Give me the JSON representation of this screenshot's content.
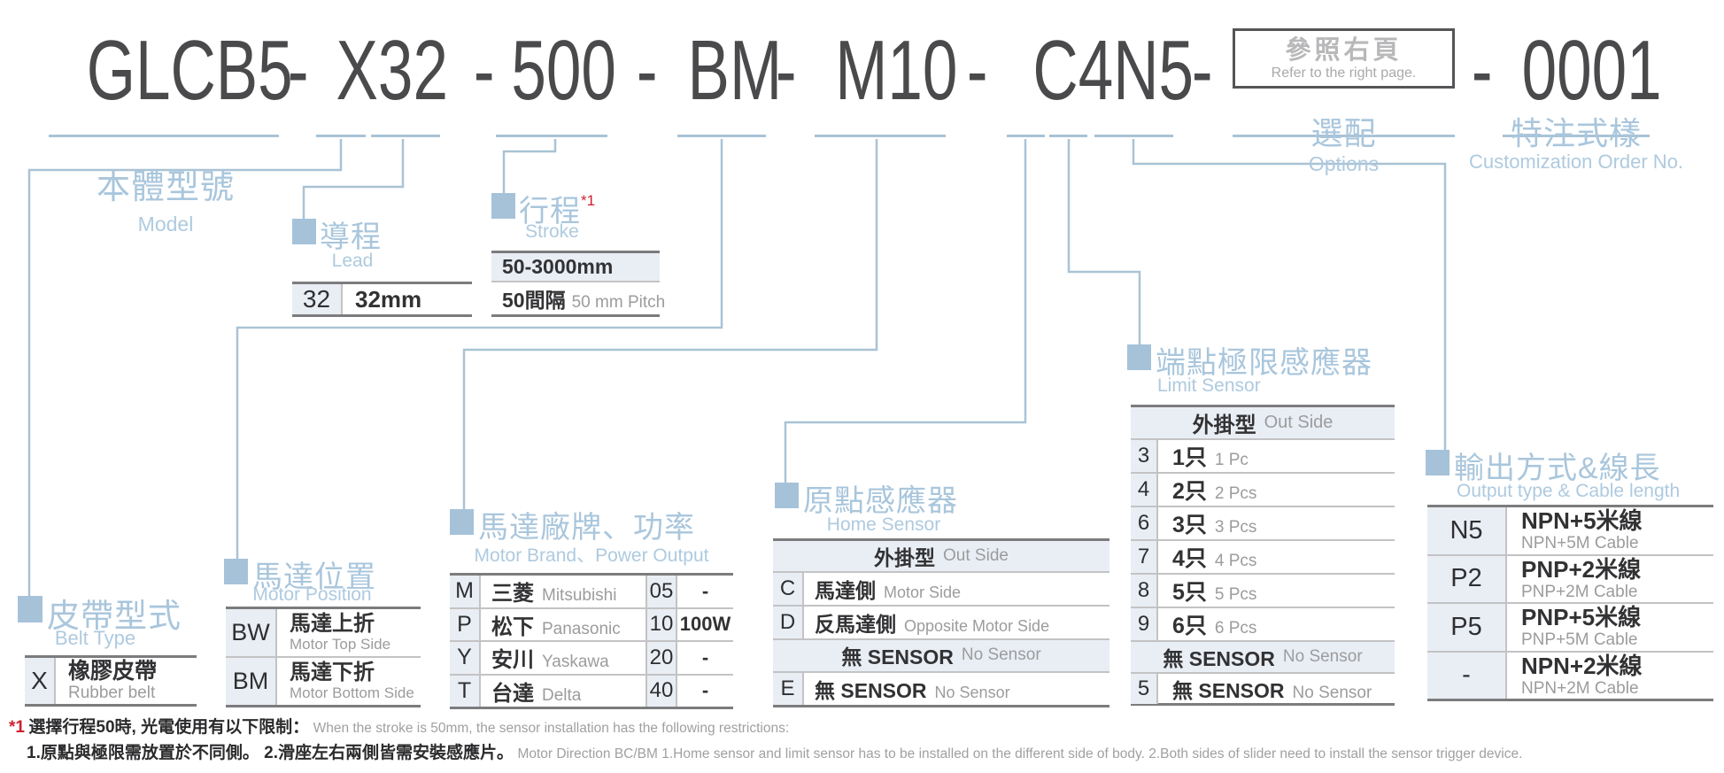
{
  "model_code": {
    "segments": [
      "GLCB5",
      "X32",
      "500",
      "BM",
      "M10",
      "C4N5"
    ],
    "separator": "-",
    "options_box": {
      "zh": "參照右頁",
      "en": "Refer to the right page."
    },
    "serial": "0001"
  },
  "top_labels": {
    "model": {
      "zh": "本體型號",
      "en": "Model"
    },
    "options": {
      "zh": "選配",
      "en": "Options"
    },
    "customization": {
      "zh": "特注式樣",
      "en": "Customization Order No."
    }
  },
  "lead": {
    "title_zh": "導程",
    "title_en": "Lead",
    "row": {
      "key": "32",
      "value": "32mm"
    }
  },
  "stroke": {
    "title_zh": "行程",
    "note": "*1",
    "title_en": "Stroke",
    "range": "50-3000mm",
    "pitch_zh": "50間隔",
    "pitch_en": "50 mm Pitch"
  },
  "belt": {
    "title_zh": "皮帶型式",
    "title_en": "Belt Type",
    "row": {
      "key": "X",
      "zh": "橡膠皮帶",
      "en": "Rubber belt"
    }
  },
  "motor_position": {
    "title_zh": "馬達位置",
    "title_en": "Motor Position",
    "rows": [
      {
        "key": "BW",
        "zh": "馬達上折",
        "en": "Motor Top Side"
      },
      {
        "key": "BM",
        "zh": "馬達下折",
        "en": "Motor Bottom Side"
      }
    ]
  },
  "motor_brand": {
    "title_zh": "馬達廠牌、功率",
    "title_en": "Motor Brand、Power Output",
    "rows": [
      {
        "key": "M",
        "zh": "三菱",
        "en": "Mitsubishi",
        "pkey": "05",
        "pval": "-"
      },
      {
        "key": "P",
        "zh": "松下",
        "en": "Panasonic",
        "pkey": "10",
        "pval": "100W"
      },
      {
        "key": "Y",
        "zh": "安川",
        "en": "Yaskawa",
        "pkey": "20",
        "pval": "-"
      },
      {
        "key": "T",
        "zh": "台達",
        "en": "Delta",
        "pkey": "40",
        "pval": "-"
      }
    ]
  },
  "home_sensor": {
    "title_zh": "原點感應器",
    "title_en": "Home Sensor",
    "header": {
      "zh": "外掛型",
      "en": "Out Side"
    },
    "rows": [
      {
        "key": "C",
        "zh": "馬達側",
        "en": "Motor Side"
      },
      {
        "key": "D",
        "zh": "反馬達側",
        "en": "Opposite Motor Side"
      }
    ],
    "no_sensor_header": {
      "zh": "無 SENSOR",
      "en": "No Sensor"
    },
    "no_sensor_row": {
      "key": "E",
      "zh": "無 SENSOR",
      "en": "No Sensor"
    }
  },
  "limit_sensor": {
    "title_zh": "端點極限感應器",
    "title_en": "Limit Sensor",
    "header": {
      "zh": "外掛型",
      "en": "Out Side"
    },
    "rows": [
      {
        "key": "3",
        "zh": "1只",
        "en": "1 Pc"
      },
      {
        "key": "4",
        "zh": "2只",
        "en": "2 Pcs"
      },
      {
        "key": "6",
        "zh": "3只",
        "en": "3 Pcs"
      },
      {
        "key": "7",
        "zh": "4只",
        "en": "4 Pcs"
      },
      {
        "key": "8",
        "zh": "5只",
        "en": "5 Pcs"
      },
      {
        "key": "9",
        "zh": "6只",
        "en": "6 Pcs"
      }
    ],
    "no_sensor_header": {
      "zh": "無 SENSOR",
      "en": "No Sensor"
    },
    "no_sensor_row": {
      "key": "5",
      "zh": "無 SENSOR",
      "en": "No Sensor"
    }
  },
  "output": {
    "title_zh": "輸出方式&線長",
    "title_en": "Output type & Cable length",
    "rows": [
      {
        "key": "N5",
        "zh": "NPN+5米線",
        "en": "NPN+5M Cable"
      },
      {
        "key": "P2",
        "zh": "PNP+2米線",
        "en": "PNP+2M Cable"
      },
      {
        "key": "P5",
        "zh": "PNP+5米線",
        "en": "PNP+5M Cable"
      },
      {
        "key": "-",
        "zh": "NPN+2米線",
        "en": "NPN+2M Cable"
      }
    ]
  },
  "footnote": {
    "mark": "*1",
    "line1_zh": "選擇行程50時, 光電使用有以下限制：",
    "line1_en": "When the stroke is 50mm, the sensor installation has  the following restrictions:",
    "line2_zh": "1.原點與極限需放置於不同側。 2.滑座左右兩側皆需安裝感應片。",
    "line2_en": "Motor Direction BC/BM 1.Home sensor and limit sensor has to be installed on the different side of body.  2.Both sides of slider need to install the sensor trigger device."
  },
  "colors": {
    "accent_blue": "#a9c6dc",
    "line_blue": "#a9c3d6",
    "square_blue": "#a6c2d9",
    "dark_text": "#323234",
    "gray_text": "#9c9c9e",
    "red": "#cf2030",
    "key_bg": "#e9eef4",
    "code_text": "#4a4a4c"
  }
}
